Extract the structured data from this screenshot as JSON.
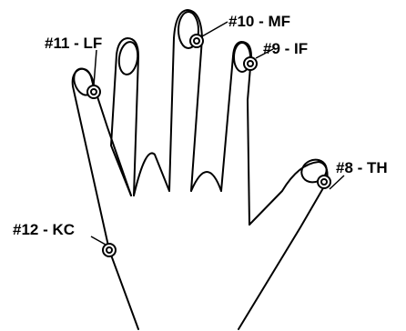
{
  "diagram": {
    "points": [
      {
        "id": "p8",
        "label": "#8 - TH"
      },
      {
        "id": "p9",
        "label": "#9 - IF"
      },
      {
        "id": "p10",
        "label": "#10 - MF"
      },
      {
        "id": "p11",
        "label": "#11 - LF"
      },
      {
        "id": "p12",
        "label": "#12 - KC"
      }
    ],
    "colors": {
      "stroke": "#000000",
      "background": "#ffffff"
    },
    "icons": {
      "marker": "concentric-circle-icon"
    }
  }
}
